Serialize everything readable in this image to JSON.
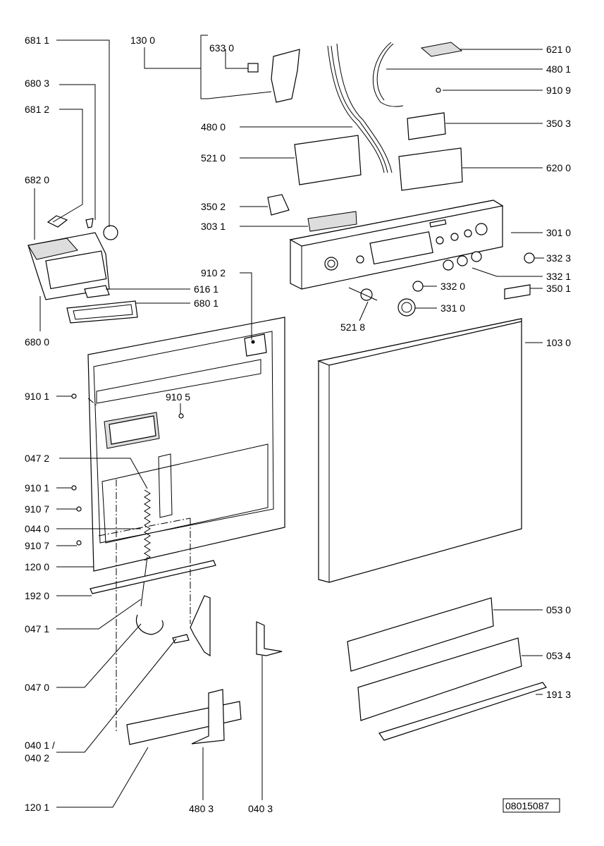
{
  "diagram": {
    "drawing_number": "08015087",
    "labels": {
      "l6811": "681 1",
      "l1300": "130 0",
      "l6330": "633 0",
      "l6210": "621 0",
      "l4801": "480 1",
      "l6803": "680 3",
      "l9109": "910 9",
      "l6812": "681 2",
      "l4800": "480 0",
      "l3503": "350 3",
      "l5210": "521 0",
      "l6200": "620 0",
      "l6820": "682 0",
      "l3502": "350 2",
      "l3031": "303 1",
      "l3010": "301 0",
      "l3323": "332 3",
      "l9102": "910 2",
      "l3321": "332 1",
      "l6161": "616 1",
      "l3320": "332 0",
      "l3501": "350 1",
      "l6801": "680 1",
      "l3310": "331 0",
      "l5218": "521 8",
      "l6800": "680 0",
      "l1030": "103 0",
      "l9101a": "910 1",
      "l9105": "910 5",
      "l0472": "047 2",
      "l9101b": "910 1",
      "l9107a": "910 7",
      "l0440": "044 0",
      "l9107b": "910 7",
      "l1200": "120 0",
      "l1920": "192 0",
      "l0530": "053 0",
      "l0471": "047 1",
      "l0534": "053 4",
      "l0470": "047 0",
      "l1913": "191 3",
      "l0401": "040 1 /",
      "l0402": "040 2",
      "l1201": "120 1",
      "l4803": "480 3",
      "l0403": "040 3"
    }
  }
}
